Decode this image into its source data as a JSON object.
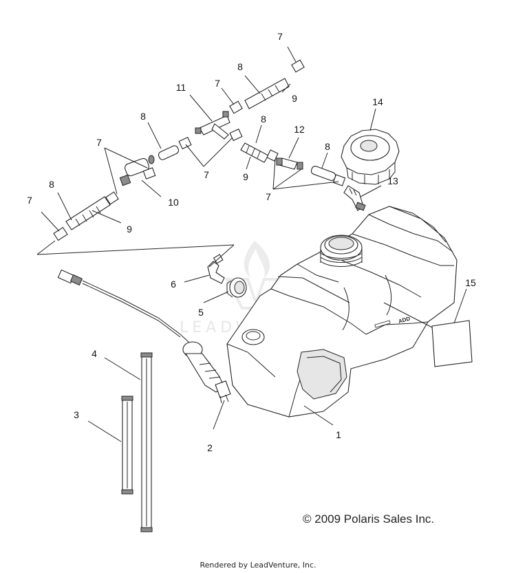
{
  "diagram": {
    "watermark_text": "LEADVENTURE",
    "callouts": [
      "1",
      "2",
      "3",
      "4",
      "5",
      "6",
      "7",
      "7",
      "7",
      "7",
      "7",
      "7",
      "8",
      "8",
      "8",
      "8",
      "8",
      "9",
      "9",
      "9",
      "10",
      "11",
      "12",
      "13",
      "14",
      "15"
    ],
    "tank_emboss": "ADD",
    "copyright": "© 2009 Polaris Sales Inc.",
    "footer": "Rendered by LeadVenture, Inc."
  }
}
